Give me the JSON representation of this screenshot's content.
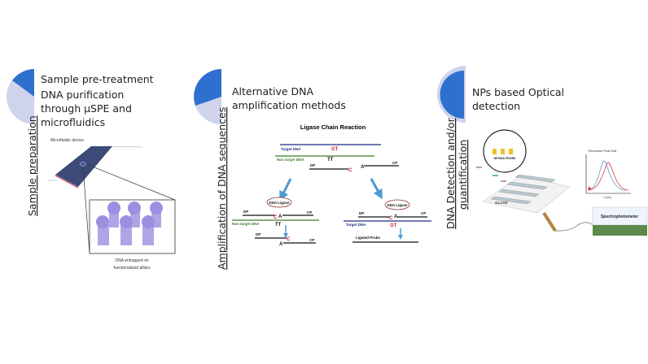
{
  "colors": {
    "pie_light": "#cfd4ec",
    "pie_dark": "#2f6fce",
    "target": "#1f2a8a",
    "nontarget": "#3d7a2a",
    "mismatch": "#cc1e2a",
    "arrow": "#4a9ad4"
  },
  "panels": [
    {
      "vertical_label": "Sample preparation",
      "title_lines": [
        "Sample pre-treatment"
      ],
      "subtitle_lines": [
        "DNA purification",
        "through µSPE and",
        "microfluidics"
      ],
      "pie_fraction": 0.2,
      "figure": {
        "device_label": "Microfluidic device",
        "caption_lines": [
          "DNA entrapped on",
          "functionalized pillars"
        ]
      }
    },
    {
      "vertical_label": "Amplification of DNA sequences",
      "subtitle_lines": [
        "Alternative DNA",
        "amplification methods"
      ],
      "pie_fraction": 0.35,
      "figure": {
        "title": "Ligase Chain Reaction",
        "target_dna": "Target DNA",
        "non_target_dna": "Non target DNA",
        "gt": "GT",
        "tt": "TT",
        "dp": "DP",
        "cp": "CP",
        "c": "C",
        "a": "A",
        "ligase": "DNA Ligase",
        "ligated_probe": "Ligated Probe"
      }
    },
    {
      "vertical_label_lines": [
        "DNA Detection and/or",
        "quantification"
      ],
      "subtitle_lines": [
        "NPs based Optical",
        "detection"
      ],
      "pie_fraction": 0.5,
      "figure": {
        "probe_label": "NP/DNA PROBE",
        "glass_label": "GLASS",
        "chart_title": "Resonance Peak Shift",
        "chart_xlabel": "λ (nm)",
        "instrument": "Spectrophotometer"
      }
    }
  ]
}
